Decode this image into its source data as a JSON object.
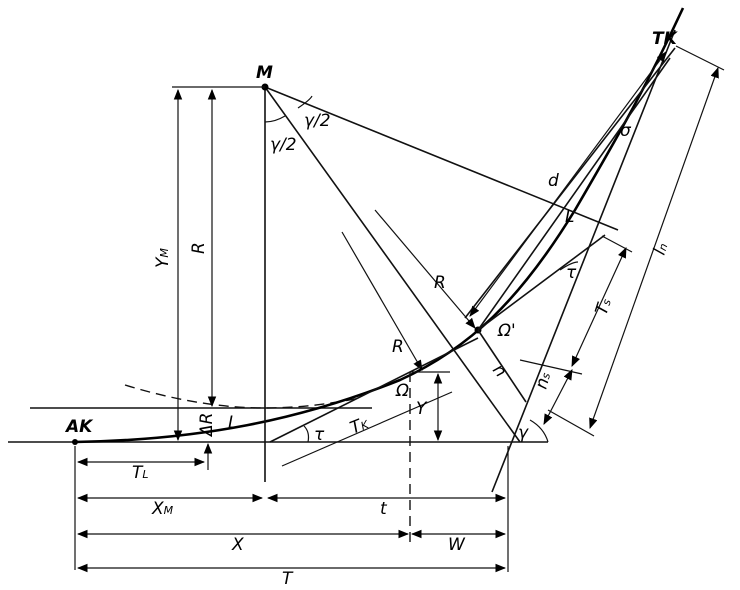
{
  "labels": {
    "AK": "AK",
    "TK": "TK",
    "M": "M",
    "gamma_half_1": "γ/2",
    "gamma_half_2": "γ/2",
    "Y_M": "Y",
    "Y_M_sub": "M",
    "R_vertical": "R",
    "R_diag1": "R",
    "R_diag2": "R",
    "delta_R": "ΔR",
    "L_lower": "L",
    "L_upper": "L",
    "tau_lower": "τ",
    "tau_upper": "τ",
    "T_K": "T",
    "T_K_sub": "K",
    "Omega": "Ω",
    "Omega_prime": "Ω'",
    "Y": "Y",
    "gamma": "γ",
    "n": "n",
    "n_s": "n",
    "n_s_sub": "s",
    "T_s": "T",
    "T_s_sub": "s",
    "l_n": "l",
    "l_n_sub": "n",
    "d": "d",
    "sigma": "σ",
    "T_L": "T",
    "T_L_sub": "L",
    "X_M": "X",
    "X_M_sub": "M",
    "t": "t",
    "X": "X",
    "W": "W",
    "T": "T"
  }
}
